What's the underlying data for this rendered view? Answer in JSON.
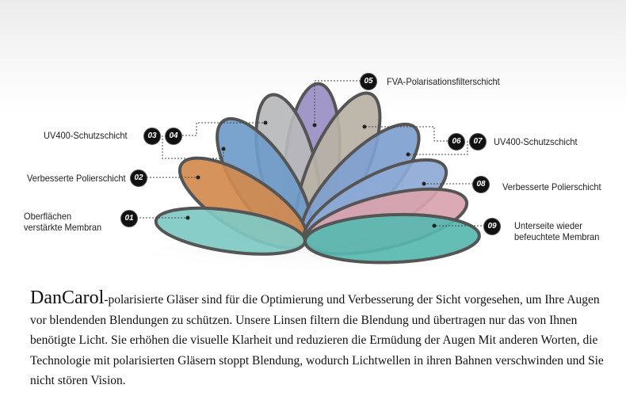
{
  "layers": [
    {
      "num": "01",
      "label": "Oberflächen\nverstärkte Membran",
      "color": "#7fc9c4"
    },
    {
      "num": "02",
      "label": "Verbesserte Polierschicht",
      "color": "#d28a4e"
    },
    {
      "num": "03",
      "label": "UV400-Schutzschicht",
      "color": "#6f9bc9"
    },
    {
      "num": "04",
      "label": "UV400-Schutzschicht",
      "color": "#b7b9bb"
    },
    {
      "num": "05",
      "label": "FVA-Polarisationsfilterschicht",
      "color": "#9a8ec4"
    },
    {
      "num": "06",
      "label": "UV400-Schutzschicht",
      "color": "#b9b2a5"
    },
    {
      "num": "07",
      "label": "UV400-Schutzschicht",
      "color": "#7f9fcf"
    },
    {
      "num": "08",
      "label": "Verbesserte Polierschicht",
      "color": "#d9a3ae"
    },
    {
      "num": "09",
      "label": "Unterseite wieder\nbefeuchtete Membran",
      "color": "#58b9b0"
    }
  ],
  "labels": {
    "l01a": "Oberflächen",
    "l01b": "verstärkte Membran",
    "l02": "Verbesserte Polierschicht",
    "l0304": "UV400-Schutzschicht",
    "l05": "FVA-Polarisationsfilterschicht",
    "l0607": "UV400-Schutzschicht",
    "l08": "Verbesserte Polierschicht",
    "l09a": "Unterseite wieder",
    "l09b": "befeuchtete Membran"
  },
  "description": {
    "brand": "DanCarol",
    "text": "-polarisierte Gläser sind für die Optimierung und Verbesserung der Sicht vorgesehen, um Ihre Augen vor blendenden Blendungen zu schützen. Unsere Linsen filtern die Blendung und übertragen nur das von Ihnen benötigte Licht. Sie erhöhen die visuelle Klarheit und reduzieren die Ermüdung der Augen Mit anderen Worten, die Technologie mit polarisierten Gläsern stoppt Blendung, wodurch Lichtwellen in ihren Bahnen verschwinden und Sie nicht stören Vision."
  }
}
